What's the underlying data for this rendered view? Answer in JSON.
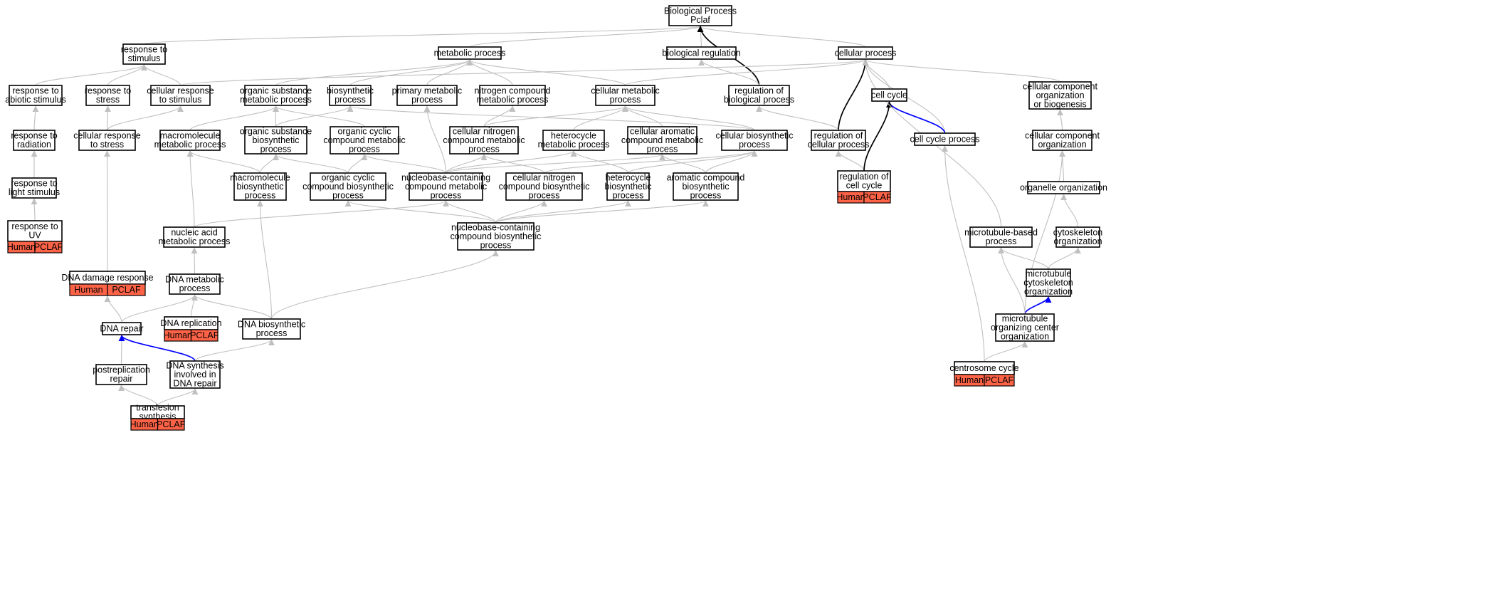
{
  "colors": {
    "edge_gray": "#c0c0c0",
    "edge_black": "#000000",
    "edge_blue": "#0000ff",
    "annotation_fill": "#ff6347",
    "node_border": "#000000"
  },
  "nodes": [
    {
      "id": "bp",
      "lines": [
        "Biological Process",
        "Pclaf"
      ]
    },
    {
      "id": "stim",
      "lines": [
        "response to",
        "stimulus"
      ]
    },
    {
      "id": "meta",
      "lines": [
        "metabolic process"
      ]
    },
    {
      "id": "bioreg",
      "lines": [
        "biological regulation"
      ]
    },
    {
      "id": "cellp",
      "lines": [
        "cellular process"
      ]
    },
    {
      "id": "abio",
      "lines": [
        "response to",
        "abiotic stimulus"
      ]
    },
    {
      "id": "stress",
      "lines": [
        "response to",
        "stress"
      ]
    },
    {
      "id": "cstim",
      "lines": [
        "cellular response",
        "to stimulus"
      ]
    },
    {
      "id": "osmp",
      "lines": [
        "organic substance",
        "metabolic process"
      ]
    },
    {
      "id": "biosyn",
      "lines": [
        "biosynthetic",
        "process"
      ]
    },
    {
      "id": "primary",
      "lines": [
        "primary metabolic",
        "process"
      ]
    },
    {
      "id": "nitro",
      "lines": [
        "nitrogen compound",
        "metabolic process"
      ]
    },
    {
      "id": "cmeta",
      "lines": [
        "cellular metabolic",
        "process"
      ]
    },
    {
      "id": "regbp",
      "lines": [
        "regulation of",
        "biological process"
      ]
    },
    {
      "id": "ccycle",
      "lines": [
        "cell cycle"
      ]
    },
    {
      "id": "ccorg",
      "lines": [
        "cellular component",
        "organization",
        "or biogenesis"
      ]
    },
    {
      "id": "rad",
      "lines": [
        "response to",
        "radiation"
      ]
    },
    {
      "id": "cstress",
      "lines": [
        "cellular response",
        "to stress"
      ]
    },
    {
      "id": "macrometa",
      "lines": [
        "macromolecule",
        "metabolic process"
      ]
    },
    {
      "id": "osbp",
      "lines": [
        "organic substance",
        "biosynthetic",
        "process"
      ]
    },
    {
      "id": "occmp",
      "lines": [
        "organic cyclic",
        "compound metabolic",
        "process"
      ]
    },
    {
      "id": "cncmp",
      "lines": [
        "cellular nitrogen",
        "compound metabolic",
        "process"
      ]
    },
    {
      "id": "hetmeta",
      "lines": [
        "heterocycle",
        "metabolic process"
      ]
    },
    {
      "id": "camp",
      "lines": [
        "cellular aromatic",
        "compound metabolic",
        "process"
      ]
    },
    {
      "id": "cbp",
      "lines": [
        "cellular biosynthetic",
        "process"
      ]
    },
    {
      "id": "regcp",
      "lines": [
        "regulation of",
        "cellular process"
      ]
    },
    {
      "id": "ccp",
      "lines": [
        "cell cycle process"
      ]
    },
    {
      "id": "cco",
      "lines": [
        "cellular component",
        "organization"
      ]
    },
    {
      "id": "light",
      "lines": [
        "response to",
        "light stimulus"
      ]
    },
    {
      "id": "macrobp",
      "lines": [
        "macromolecule",
        "biosynthetic",
        "process"
      ]
    },
    {
      "id": "occbp",
      "lines": [
        "organic cyclic",
        "compound biosynthetic",
        "process"
      ]
    },
    {
      "id": "nbccmp",
      "lines": [
        "nucleobase-containing",
        "compound metabolic",
        "process"
      ]
    },
    {
      "id": "cncbp",
      "lines": [
        "cellular nitrogen",
        "compound biosynthetic",
        "process"
      ]
    },
    {
      "id": "hetbp",
      "lines": [
        "heterocycle",
        "biosynthetic",
        "process"
      ]
    },
    {
      "id": "acbp",
      "lines": [
        "aromatic compound",
        "biosynthetic",
        "process"
      ]
    },
    {
      "id": "regcc",
      "lines": [
        "regulation of",
        "cell cycle"
      ],
      "tags": [
        "Human",
        "PCLAF"
      ]
    },
    {
      "id": "orgorg",
      "lines": [
        "organelle organization"
      ]
    },
    {
      "id": "uv",
      "lines": [
        "response to",
        "UV"
      ],
      "tags": [
        "Human",
        "PCLAF"
      ]
    },
    {
      "id": "nameta",
      "lines": [
        "nucleic acid",
        "metabolic process"
      ]
    },
    {
      "id": "nbccbp",
      "lines": [
        "nucleobase-containing",
        "compound biosynthetic",
        "process"
      ]
    },
    {
      "id": "mtbased",
      "lines": [
        "microtubule-based",
        "process"
      ]
    },
    {
      "id": "cytoorg",
      "lines": [
        "cytoskeleton",
        "organization"
      ]
    },
    {
      "id": "ddr",
      "lines": [
        "DNA damage response"
      ],
      "tags": [
        "Human",
        "PCLAF"
      ]
    },
    {
      "id": "dnameta",
      "lines": [
        "DNA metabolic",
        "process"
      ]
    },
    {
      "id": "mtcyto",
      "lines": [
        "microtubule",
        "cytoskeleton",
        "organization"
      ]
    },
    {
      "id": "dnarepair",
      "lines": [
        "DNA repair"
      ]
    },
    {
      "id": "dnarep",
      "lines": [
        "DNA replication"
      ],
      "tags": [
        "Human",
        "PCLAF"
      ]
    },
    {
      "id": "dnabp",
      "lines": [
        "DNA biosynthetic",
        "process"
      ]
    },
    {
      "id": "mtoc",
      "lines": [
        "microtubule",
        "organizing center",
        "organization"
      ]
    },
    {
      "id": "postrep",
      "lines": [
        "postreplication",
        "repair"
      ]
    },
    {
      "id": "dnasyn",
      "lines": [
        "DNA synthesis",
        "involved in",
        "DNA repair"
      ]
    },
    {
      "id": "centro",
      "lines": [
        "centrosome cycle"
      ],
      "tags": [
        "Human",
        "PCLAF"
      ]
    },
    {
      "id": "tls",
      "lines": [
        "translesion",
        "synthesis"
      ],
      "tags": [
        "Human",
        "PCLAF"
      ]
    }
  ],
  "edges": [
    {
      "from": "stim",
      "to": "bp",
      "style": "gray"
    },
    {
      "from": "meta",
      "to": "bp",
      "style": "gray"
    },
    {
      "from": "bioreg",
      "to": "bp",
      "style": "gray"
    },
    {
      "from": "cellp",
      "to": "bp",
      "style": "gray"
    },
    {
      "from": "regbp",
      "to": "bp",
      "style": "black"
    },
    {
      "from": "abio",
      "to": "stim",
      "style": "gray"
    },
    {
      "from": "stress",
      "to": "stim",
      "style": "gray"
    },
    {
      "from": "cstim",
      "to": "stim",
      "style": "gray"
    },
    {
      "from": "cstim",
      "to": "cellp",
      "style": "gray"
    },
    {
      "from": "osmp",
      "to": "meta",
      "style": "gray"
    },
    {
      "from": "biosyn",
      "to": "meta",
      "style": "gray"
    },
    {
      "from": "primary",
      "to": "meta",
      "style": "gray"
    },
    {
      "from": "nitro",
      "to": "meta",
      "style": "gray"
    },
    {
      "from": "cmeta",
      "to": "meta",
      "style": "gray"
    },
    {
      "from": "cmeta",
      "to": "cellp",
      "style": "gray"
    },
    {
      "from": "regbp",
      "to": "bioreg",
      "style": "gray"
    },
    {
      "from": "ccycle",
      "to": "cellp",
      "style": "gray"
    },
    {
      "from": "ccorg",
      "to": "cellp",
      "style": "gray"
    },
    {
      "from": "rad",
      "to": "abio",
      "style": "gray"
    },
    {
      "from": "cstress",
      "to": "stress",
      "style": "gray"
    },
    {
      "from": "cstress",
      "to": "cstim",
      "style": "gray"
    },
    {
      "from": "macrometa",
      "to": "osmp",
      "style": "gray"
    },
    {
      "from": "osbp",
      "to": "osmp",
      "style": "gray"
    },
    {
      "from": "osbp",
      "to": "biosyn",
      "style": "gray"
    },
    {
      "from": "occmp",
      "to": "osmp",
      "style": "gray"
    },
    {
      "from": "cncmp",
      "to": "nitro",
      "style": "gray"
    },
    {
      "from": "cncmp",
      "to": "cmeta",
      "style": "gray"
    },
    {
      "from": "hetmeta",
      "to": "cmeta",
      "style": "gray"
    },
    {
      "from": "camp",
      "to": "cmeta",
      "style": "gray"
    },
    {
      "from": "cbp",
      "to": "cmeta",
      "style": "gray"
    },
    {
      "from": "cbp",
      "to": "biosyn",
      "style": "gray"
    },
    {
      "from": "regcp",
      "to": "cellp",
      "style": "black"
    },
    {
      "from": "regcp",
      "to": "regbp",
      "style": "gray"
    },
    {
      "from": "ccp",
      "to": "cellp",
      "style": "gray"
    },
    {
      "from": "ccp",
      "to": "ccycle",
      "style": "blue"
    },
    {
      "from": "cco",
      "to": "ccorg",
      "style": "gray"
    },
    {
      "from": "light",
      "to": "rad",
      "style": "gray"
    },
    {
      "from": "macrobp",
      "to": "macrometa",
      "style": "gray"
    },
    {
      "from": "macrobp",
      "to": "osbp",
      "style": "gray"
    },
    {
      "from": "occbp",
      "to": "osbp",
      "style": "gray"
    },
    {
      "from": "occbp",
      "to": "occmp",
      "style": "gray"
    },
    {
      "from": "nbccmp",
      "to": "primary",
      "style": "gray"
    },
    {
      "from": "nbccmp",
      "to": "occmp",
      "style": "gray"
    },
    {
      "from": "nbccmp",
      "to": "cncmp",
      "style": "gray"
    },
    {
      "from": "nbccmp",
      "to": "hetmeta",
      "style": "gray"
    },
    {
      "from": "nbccmp",
      "to": "camp",
      "style": "gray"
    },
    {
      "from": "cncbp",
      "to": "cncmp",
      "style": "gray"
    },
    {
      "from": "cncbp",
      "to": "cbp",
      "style": "gray"
    },
    {
      "from": "hetbp",
      "to": "hetmeta",
      "style": "gray"
    },
    {
      "from": "hetbp",
      "to": "cbp",
      "style": "gray"
    },
    {
      "from": "acbp",
      "to": "camp",
      "style": "gray"
    },
    {
      "from": "acbp",
      "to": "cbp",
      "style": "gray"
    },
    {
      "from": "regcc",
      "to": "regcp",
      "style": "gray"
    },
    {
      "from": "regcc",
      "to": "ccycle",
      "style": "black"
    },
    {
      "from": "orgorg",
      "to": "cco",
      "style": "gray"
    },
    {
      "from": "uv",
      "to": "light",
      "style": "gray"
    },
    {
      "from": "nameta",
      "to": "macrometa",
      "style": "gray"
    },
    {
      "from": "nameta",
      "to": "nbccmp",
      "style": "gray"
    },
    {
      "from": "nbccbp",
      "to": "nbccmp",
      "style": "gray"
    },
    {
      "from": "nbccbp",
      "to": "cncbp",
      "style": "gray"
    },
    {
      "from": "nbccbp",
      "to": "hetbp",
      "style": "gray"
    },
    {
      "from": "nbccbp",
      "to": "acbp",
      "style": "gray"
    },
    {
      "from": "nbccbp",
      "to": "occbp",
      "style": "gray"
    },
    {
      "from": "mtbased",
      "to": "cellp",
      "style": "gray"
    },
    {
      "from": "cytoorg",
      "to": "orgorg",
      "style": "gray"
    },
    {
      "from": "ddr",
      "to": "cstress",
      "style": "gray"
    },
    {
      "from": "dnameta",
      "to": "nameta",
      "style": "gray"
    },
    {
      "from": "mtcyto",
      "to": "mtbased",
      "style": "gray"
    },
    {
      "from": "mtcyto",
      "to": "cytoorg",
      "style": "gray"
    },
    {
      "from": "dnarepair",
      "to": "ddr",
      "style": "gray"
    },
    {
      "from": "dnarepair",
      "to": "dnameta",
      "style": "gray"
    },
    {
      "from": "dnarep",
      "to": "dnameta",
      "style": "gray"
    },
    {
      "from": "dnabp",
      "to": "dnameta",
      "style": "gray"
    },
    {
      "from": "dnabp",
      "to": "nbccbp",
      "style": "gray"
    },
    {
      "from": "dnabp",
      "to": "macrobp",
      "style": "gray"
    },
    {
      "from": "mtoc",
      "to": "mtcyto",
      "style": "blue"
    },
    {
      "from": "mtoc",
      "to": "mtbased",
      "style": "gray"
    },
    {
      "from": "mtoc",
      "to": "cco",
      "style": "gray"
    },
    {
      "from": "postrep",
      "to": "dnarepair",
      "style": "gray"
    },
    {
      "from": "dnasyn",
      "to": "dnarepair",
      "style": "blue"
    },
    {
      "from": "dnasyn",
      "to": "dnabp",
      "style": "gray"
    },
    {
      "from": "centro",
      "to": "mtoc",
      "style": "gray"
    },
    {
      "from": "centro",
      "to": "ccp",
      "style": "gray"
    },
    {
      "from": "tls",
      "to": "postrep",
      "style": "gray"
    },
    {
      "from": "tls",
      "to": "dnasyn",
      "style": "gray"
    }
  ]
}
